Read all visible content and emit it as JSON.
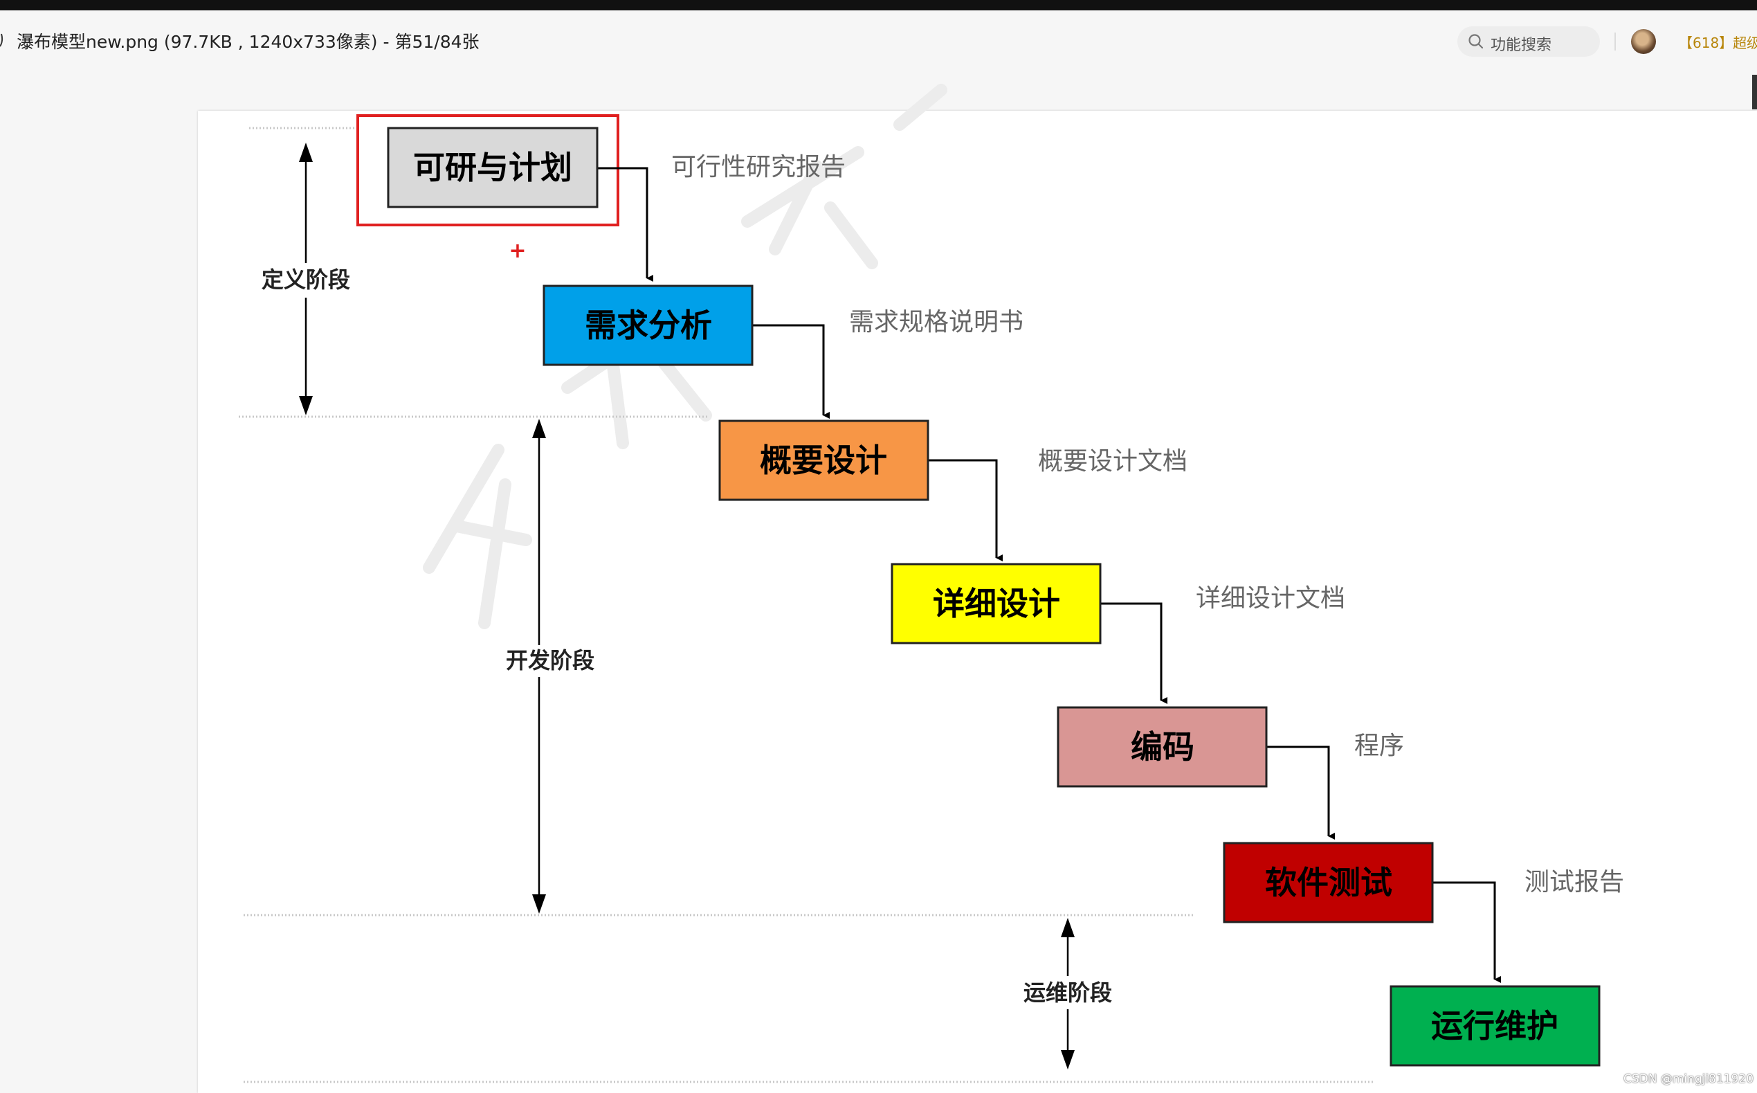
{
  "window": {
    "title": "瀑布模型new.png (97.7KB , 1240x733像素) - 第51/84张",
    "search_label": "功能搜索",
    "promo_text": "【618】超级"
  },
  "diagram": {
    "phases": [
      {
        "label": "定义阶段"
      },
      {
        "label": "开发阶段"
      },
      {
        "label": "运维阶段"
      }
    ],
    "stages": [
      {
        "label": "可研与计划",
        "fill": "#d9d9d9",
        "text_color": "#000000",
        "output": "可行性研究报告"
      },
      {
        "label": "需求分析",
        "fill": "#00a0e9",
        "text_color": "#000000",
        "output": "需求规格说明书"
      },
      {
        "label": "概要设计",
        "fill": "#f79646",
        "text_color": "#000000",
        "output": "概要设计文档"
      },
      {
        "label": "详细设计",
        "fill": "#ffff00",
        "text_color": "#000000",
        "output": "详细设计文档"
      },
      {
        "label": "编码",
        "fill": "#d99694",
        "text_color": "#000000",
        "output": "程序"
      },
      {
        "label": "软件测试",
        "fill": "#c00000",
        "text_color": "#000000",
        "output": "测试报告"
      },
      {
        "label": "运行维护",
        "fill": "#00b050",
        "text_color": "#000000",
        "output": ""
      }
    ],
    "highlight_color": "#e02020",
    "marker_symbol": "+"
  },
  "footer": {
    "watermark": "CSDN @mingji811920"
  }
}
